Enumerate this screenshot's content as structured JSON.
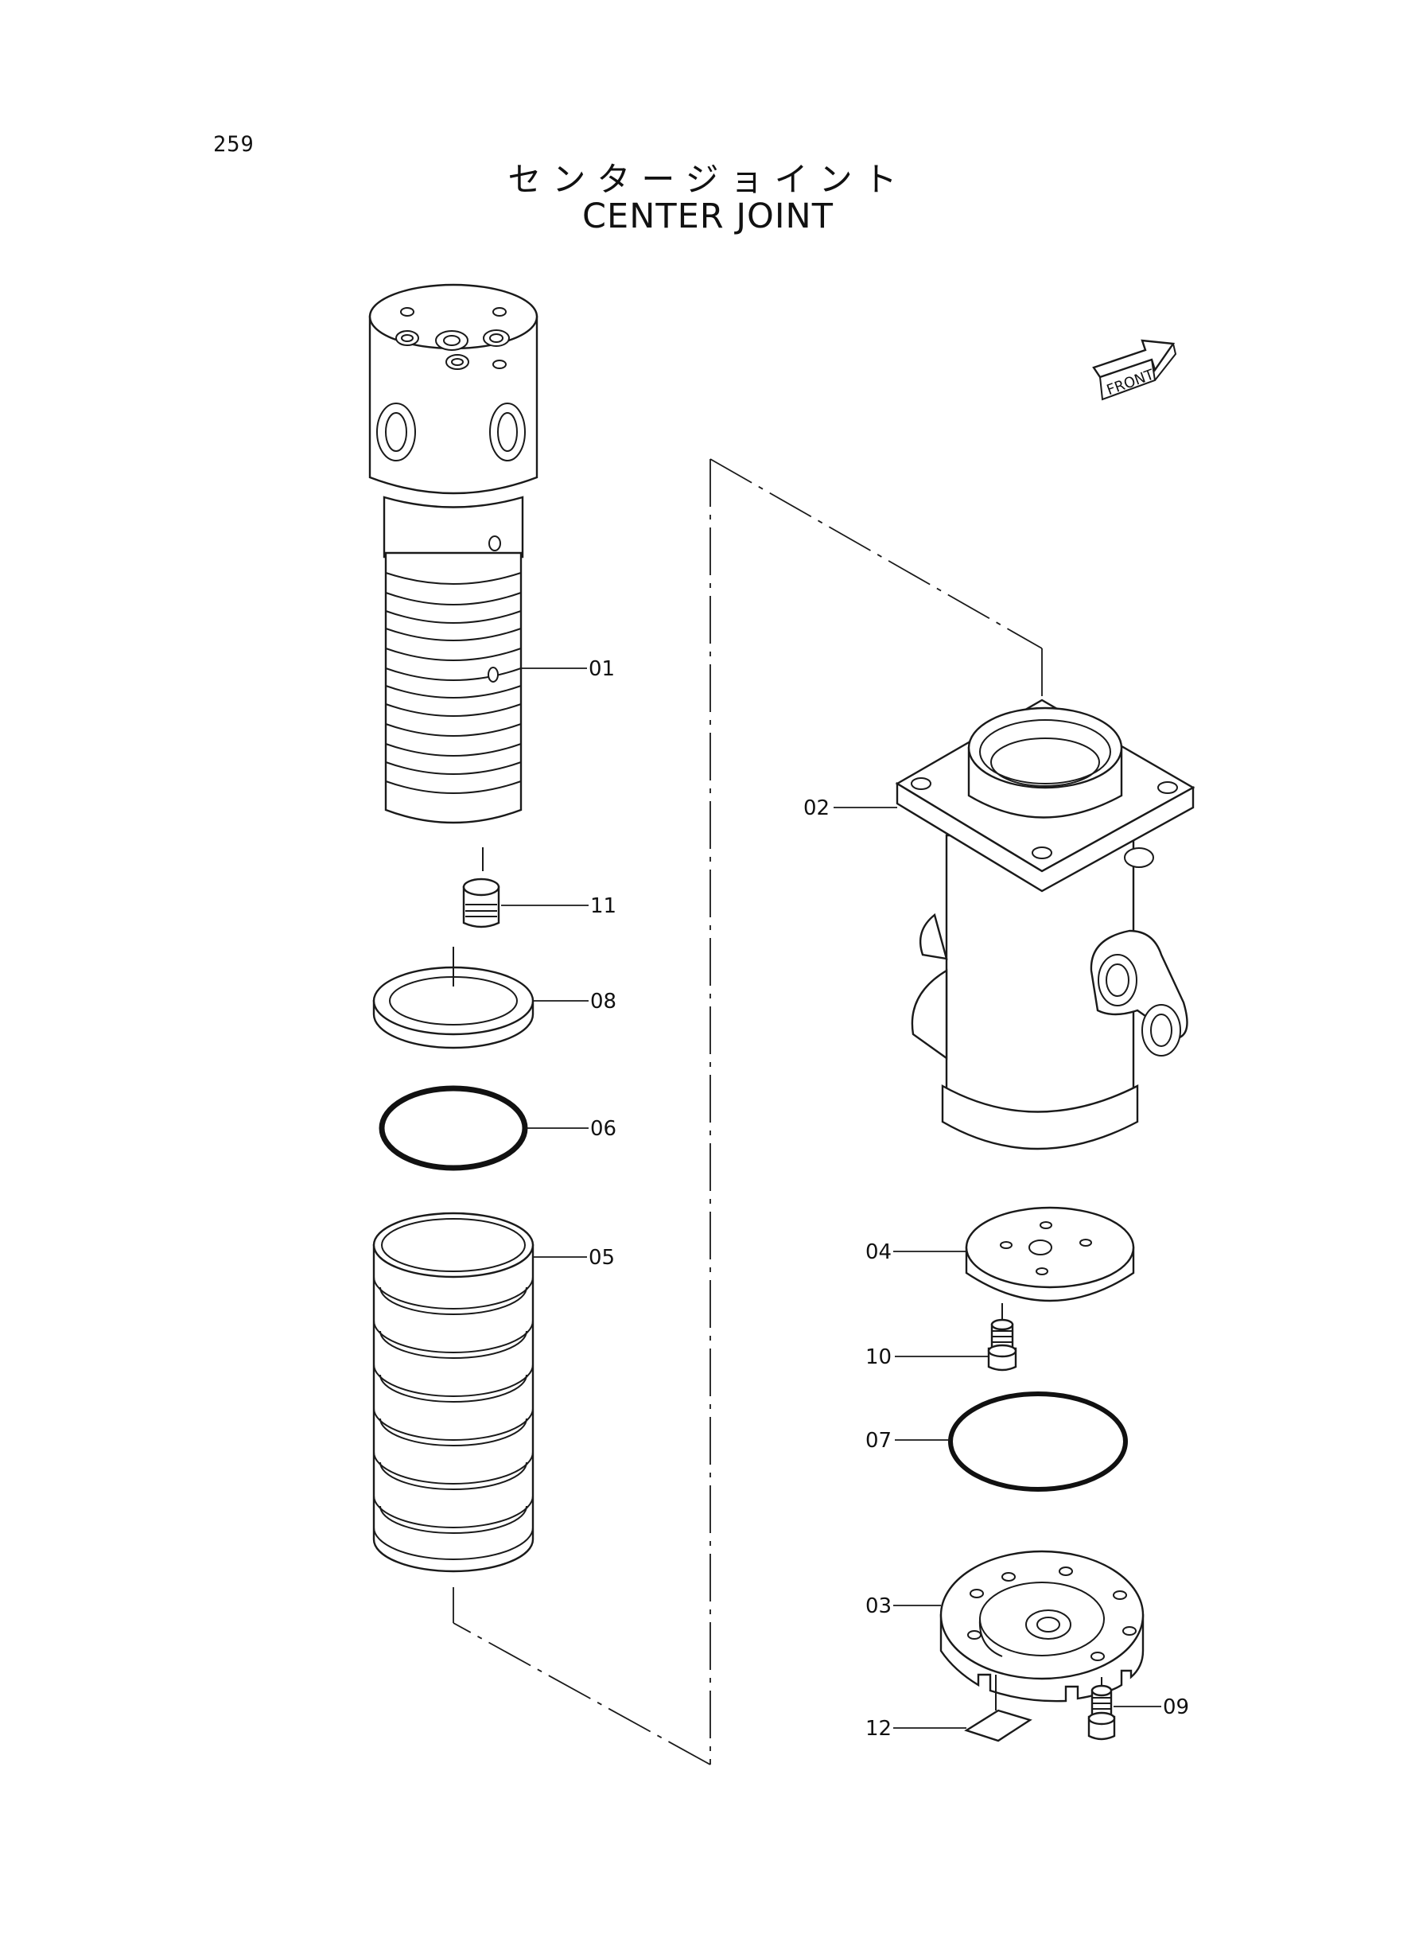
{
  "page_number": "259",
  "title_jp": "センタージョイント",
  "title_en": "CENTER JOINT",
  "front_label": "FRONT",
  "callouts": {
    "p01": "01",
    "p02": "02",
    "p03": "03",
    "p04": "04",
    "p05": "05",
    "p06": "06",
    "p07": "07",
    "p08": "08",
    "p09": "09",
    "p10": "10",
    "p11": "11",
    "p12": "12"
  }
}
